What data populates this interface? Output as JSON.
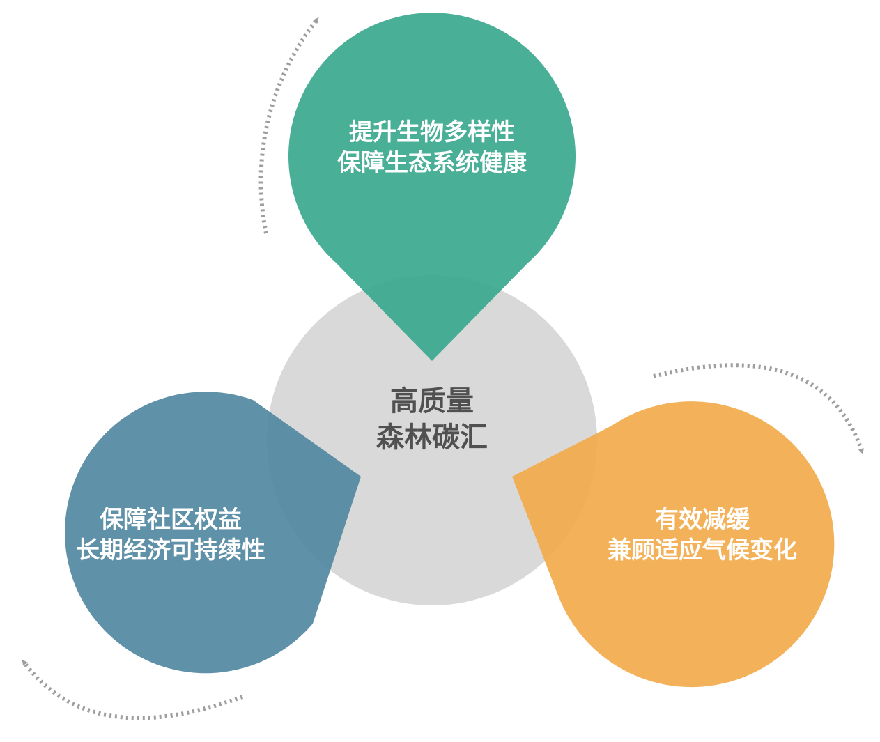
{
  "center": {
    "line1": "高质量",
    "line2": "森林碳汇",
    "color": "#d9d9d9",
    "text_color": "#505050"
  },
  "petals": [
    {
      "id": "top",
      "line1": "提升生物多样性",
      "line2": "保障生态系统健康",
      "color": "#3aa88e"
    },
    {
      "id": "left",
      "line1": "保障社区权益",
      "line2": "长期经济可持续性",
      "color": "#4e859f"
    },
    {
      "id": "right",
      "line1": "有效减缓",
      "line2": "兼顾适应气候变化",
      "color": "#f2aa48"
    }
  ],
  "arrows": {
    "color": "#9e9e9e",
    "style": "dotted",
    "direction": "clockwise"
  }
}
